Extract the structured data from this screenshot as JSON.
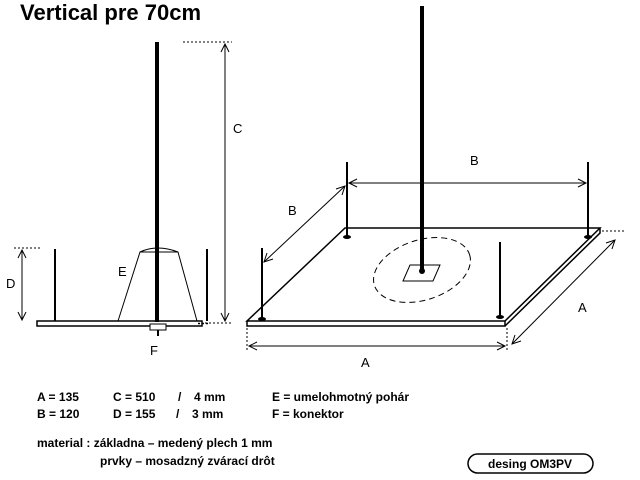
{
  "title": "Vertical pre 70cm",
  "labels": {
    "a": "A",
    "b": "B",
    "c": "C",
    "d": "D",
    "e": "E",
    "f": "F"
  },
  "legend": {
    "a": "A =  135",
    "b": "B = 120",
    "c": "C = 510",
    "d": "D = 155",
    "slash": "/",
    "mm4": "4 mm",
    "mm3": "3 mm",
    "e": "E = umelohmotný pohár",
    "f": "F = konektor"
  },
  "material": {
    "line1": "material : základna – medený plech  1 mm",
    "line2": "prvky – mosadzný zvárací drôt"
  },
  "credit": "desing  OM3PV"
}
